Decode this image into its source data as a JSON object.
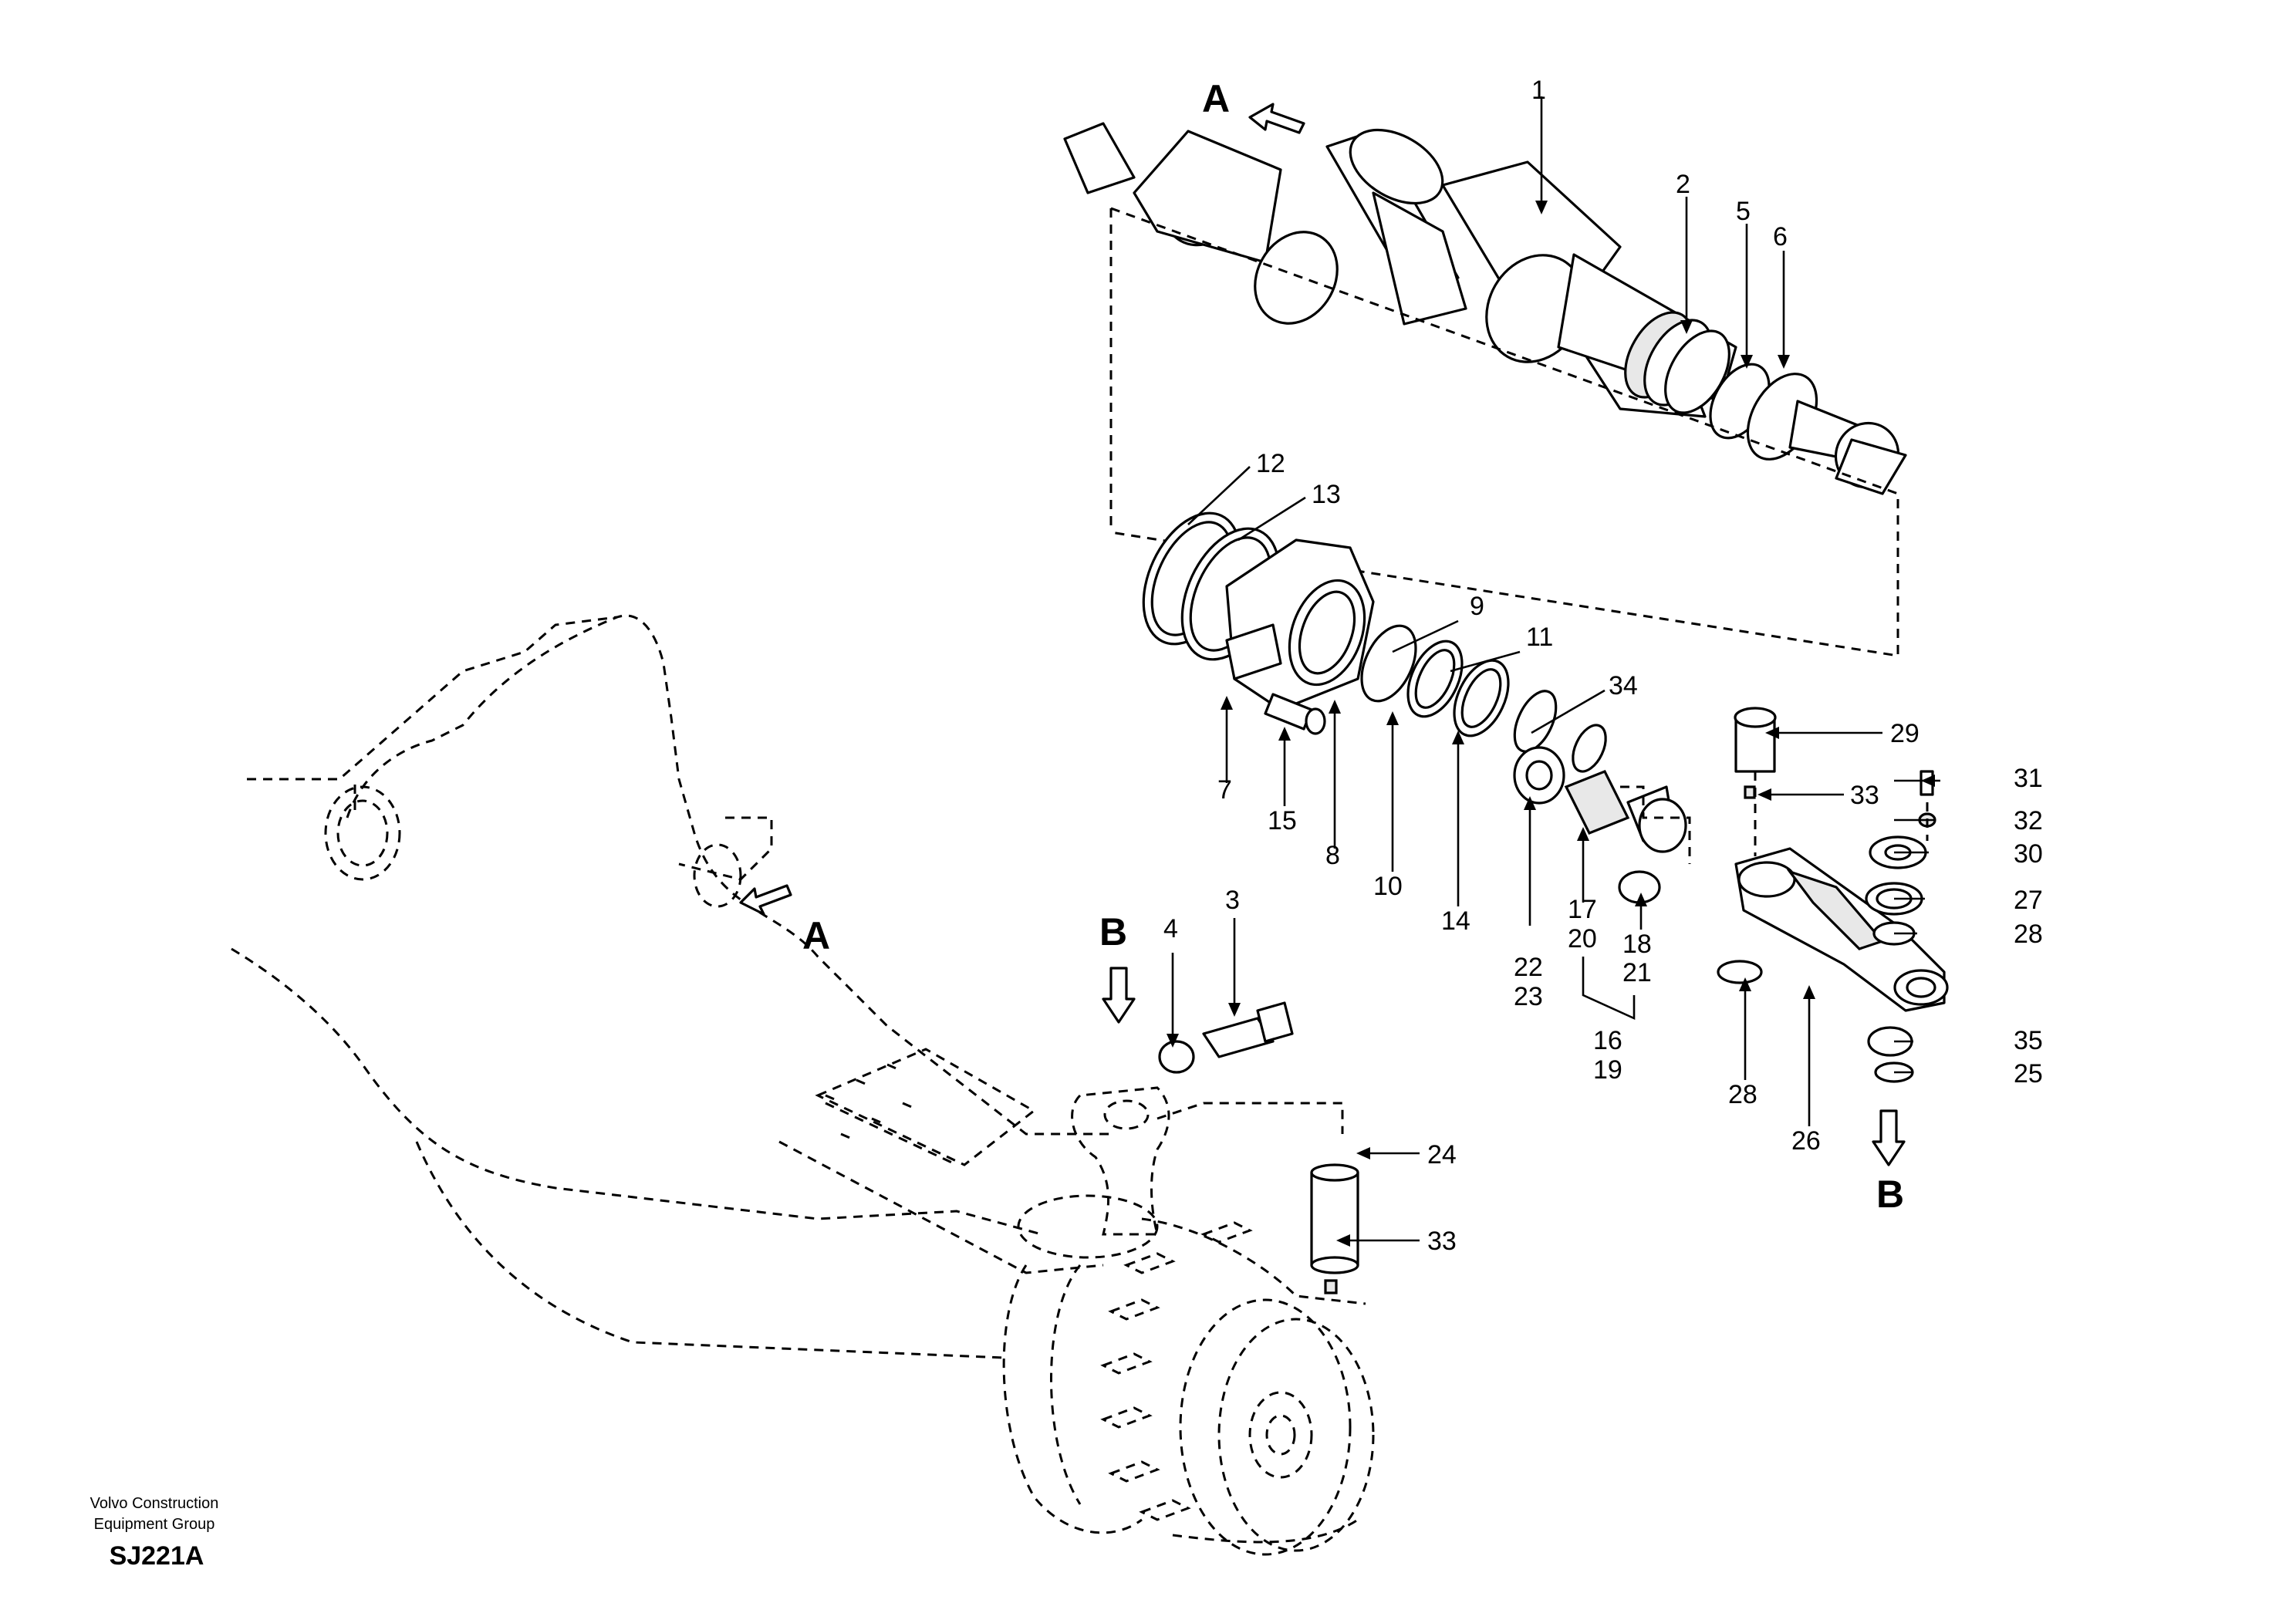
{
  "diagram": {
    "view_letters": {
      "a_top": "A",
      "a_axle": "A",
      "b_left": "B",
      "b_right": "B"
    },
    "callouts": {
      "c1": "1",
      "c2": "2",
      "c5": "5",
      "c6": "6",
      "c12": "12",
      "c13": "13",
      "c9": "9",
      "c11": "11",
      "c34": "34",
      "c7": "7",
      "c15": "15",
      "c8": "8",
      "c10": "10",
      "c14": "14",
      "c22": "22",
      "c23": "23",
      "c17": "17",
      "c20": "20",
      "c18": "18",
      "c21": "21",
      "c16": "16",
      "c19": "19",
      "c29": "29",
      "c33a": "33",
      "c31": "31",
      "c32": "32",
      "c30": "30",
      "c27": "27",
      "c28a": "28",
      "c28b": "28",
      "c26": "26",
      "c35": "35",
      "c25": "25",
      "c4": "4",
      "c3": "3",
      "c24": "24",
      "c33b": "33"
    },
    "footer": {
      "company_line1": "Volvo Construction",
      "company_line2": "Equipment Group",
      "drawing_code": "SJ221A"
    }
  }
}
